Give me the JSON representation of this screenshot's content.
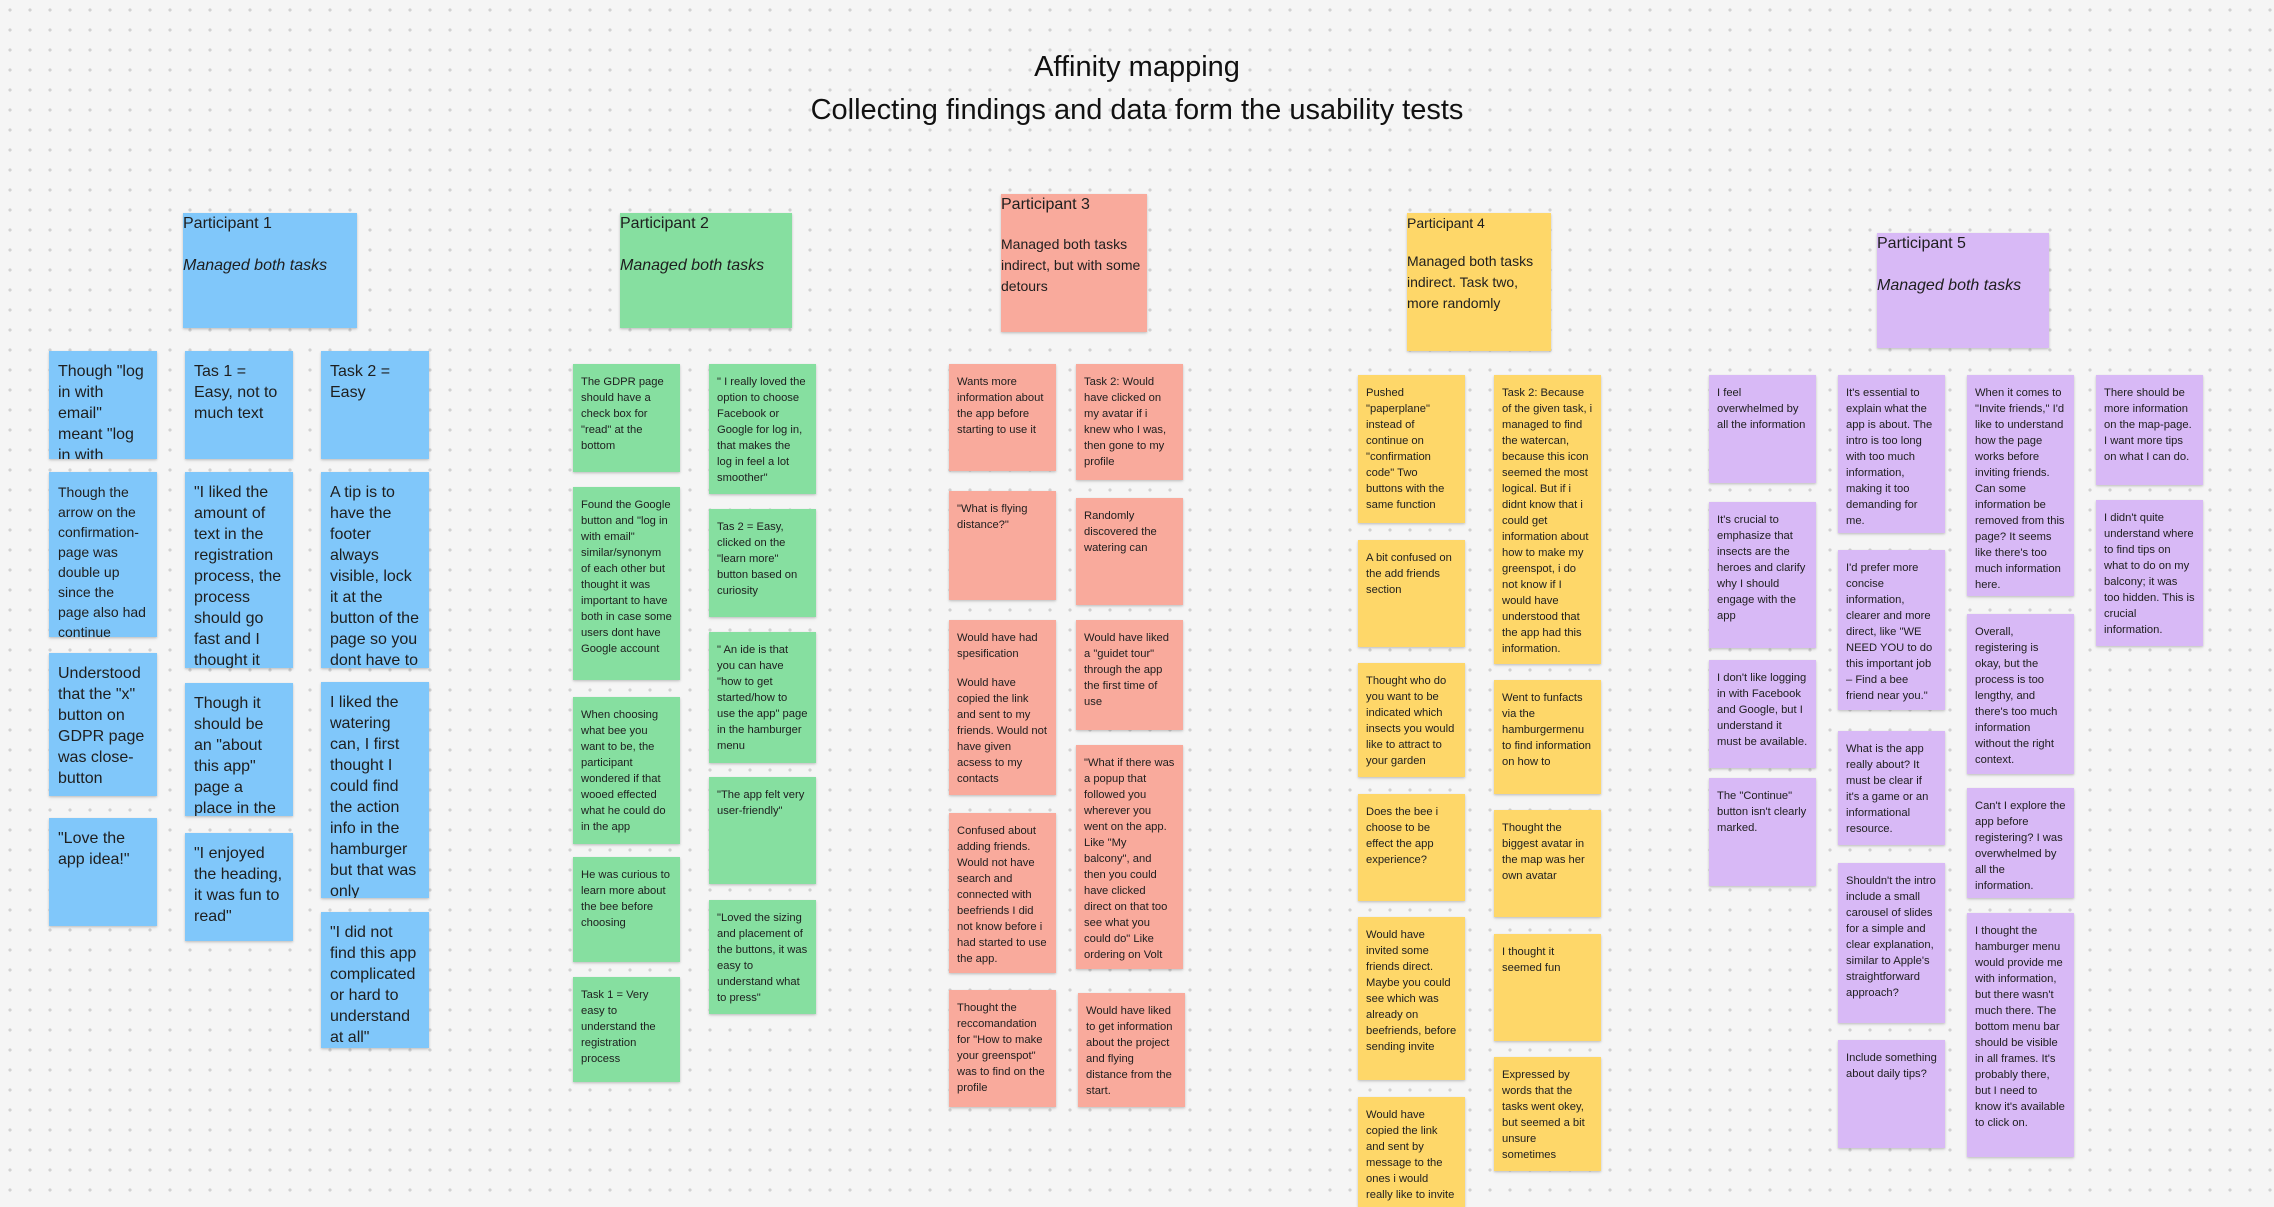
{
  "titles": {
    "line1": "Affinity mapping",
    "line2": "Collecting findings and data form the usability tests"
  },
  "colors": {
    "participant_1": "#80c7fa",
    "participant_2": "#86dfa0",
    "participant_3": "#f9aa9c",
    "participant_4": "#fed769",
    "participant_5": "#d8b9f6",
    "canvas": "#f5f5f5"
  },
  "participants": [
    {
      "name": "Participant 1",
      "summary": "Managed both tasks"
    },
    {
      "name": "Participant 2",
      "summary": "Managed both tasks"
    },
    {
      "name": "Participant 3",
      "summary": "Managed both tasks indirect, but with some detours"
    },
    {
      "name": "Participant  4",
      "summary": "Managed both tasks indirect. Task two, more randomly"
    },
    {
      "name": "Participant 5",
      "summary": "Managed both tasks"
    }
  ],
  "notes": {
    "p1": [
      "Though \"log in with email\" meant \"log in with Google\"",
      "Though the arrow on the confirmation-page was double up since the page also had continue button",
      "Understood that the \"x\" button on GDPR page was close-button",
      "\"Love the app idea!\"",
      "Tas 1 = Easy, not to much text",
      "\"I liked the amount of text in the registration process, the process should go fast and I thought it did\"",
      "Though it should be an \"about this app\" page a place in the app",
      "\"I enjoyed the heading, it was fun to read\"",
      "Task 2 = Easy",
      "A tip is to have the footer always visible, lock it at the button of the page so you dont have to scroll down to find it",
      "I liked the watering can, I first thought I could find the action info in the hamburger but that was only because i didn't find the footer at first",
      "\"I did not find this app complicated or hard to understand at all\""
    ],
    "p2": [
      "The GDPR page should have a check box for \"read\" at the bottom",
      "Found the Google button and \"log in with email\" similar/synonym of each other but thought it was important to have both in case some users dont have Google account",
      "When choosing what bee you want to be, the participant wondered if that wooed effected what he could do in the app",
      "He was curious to learn more about the bee before choosing",
      "Task 1 = Very easy to understand the registration process",
      "\" I really loved the option to choose Facebook or Google for log in, that makes the log in feel a lot smoother\"",
      "Tas 2 = Easy, clicked on the \"learn more\" button based on curiosity",
      "\" An ide is that you can have \"how to get started/how to use the app\" page in the hamburger menu",
      "\"The app felt very user-friendly\"",
      "\"Loved the sizing and placement of the buttons, it was easy to understand what to press\""
    ],
    "p3": [
      "Wants more information about the app before starting to use it",
      "\"What is flying distance?\"",
      "Would have had spesification",
      "Would have copied the link and sent to my friends. Would not have given acsess to my contacts",
      "Confused about adding friends. Would not have search and connected with beefriends I did not know before i had started to use the app.",
      "Thought the reccomandation for \"How to make your greenspot\" was to find on the profile",
      "Task 2: Would have clicked on my avatar if i knew who I was, then gone to my profile",
      "Randomly discovered the watering can",
      "Would have liked a \"guidet tour\" through the app the first time of use",
      "\"What if there was a popup that followed you wherever you went on the app. Like \"My balcony\", and then you could have clicked direct on that too see what you could do\" Like ordering on Volt",
      "Would have liked to get information about the project and flying distance from the start."
    ],
    "p4": [
      "Pushed \"paperplane\" instead of continue on \"confirmation code\" Two buttons with the same function",
      "A bit confused on the add friends section",
      "Thought who do you want to be indicated which insects you would like to attract to your garden",
      "Does the bee i choose to be effect the app experience?",
      "Would have invited some friends direct. Maybe you could see which was already on beefriends, before sending invite",
      "Would have copied the link and sent by message to the ones i would really like to invite",
      "Task 2: Because of the given task, i managed to find the watercan, because this icon seemed the most logical. But if i didnt know that i could get information about how to make my greenspot, i do not know if I would have understood that the app had this information.",
      "Went to funfacts via the hamburgermenu to find information on how to",
      "Thought the biggest avatar in the map was her own avatar",
      "I thought it seemed fun",
      "Expressed by words that the tasks went okey, but seemed a bit unsure sometimes"
    ],
    "p5": [
      "I feel overwhelmed by all the information",
      " It's crucial to emphasize that insects are the heroes and clarify why I should engage with the app",
      "I don't like logging in with Facebook and Google, but I understand it must be available.",
      "The \"Continue\" button isn't clearly marked.",
      "It's essential to explain what the app is about. The intro is too long with too much information, making it too demanding for me.",
      "I'd prefer more concise information, clearer and more direct, like \"WE NEED YOU to do this important job – Find a bee friend near you.\"",
      "What is the app really about? It must be clear if it's a game or an informational resource.",
      "Shouldn't the intro include a small carousel of slides for a simple and clear explanation, similar to Apple's straightforward approach?",
      "Include something about daily tips?",
      "When it comes to \"Invite friends,\" I'd like to understand how the page works before inviting friends. Can some information be removed from this page? It seems like there's too much information here.",
      "Overall, registering is okay, but the process is too lengthy, and there's too much information without the right context.",
      "Can't I explore the app before registering? I was overwhelmed by all the information.",
      "I thought the hamburger menu would provide me with information, but there wasn't much there. The bottom menu bar should be visible in all frames. It's probably there, but I need to know it's available to click on.",
      "There should be more information on the map-page. I want more tips on what I can do.",
      "I didn't quite understand where to find tips on what to do on my balcony; it was too hidden. This is crucial information."
    ]
  }
}
